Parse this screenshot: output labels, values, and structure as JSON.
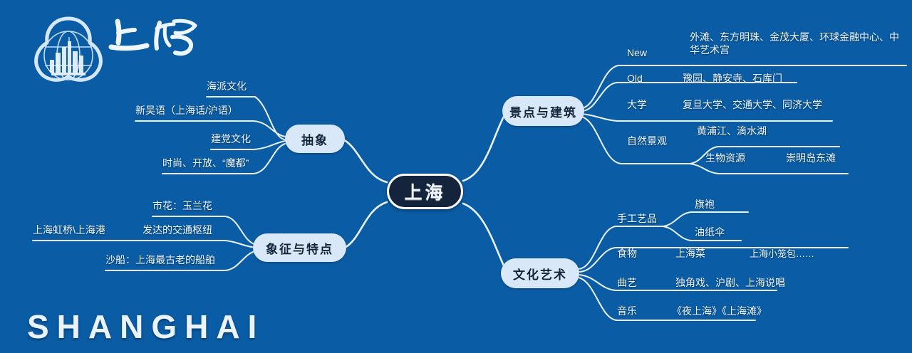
{
  "meta": {
    "background_color": "#0a5ca5",
    "node_fill": "#d9e8f8",
    "center_fill": "#14243c",
    "line_color": "#eaf3fd",
    "text_light": "#f2f8ff"
  },
  "brand": {
    "logo_name": "shanghai-city-emblem",
    "wordmark_cn": "上海",
    "wordmark_en": "SHANGHAI"
  },
  "mindmap": {
    "root": "上海",
    "branches": [
      {
        "id": "abstract",
        "label": "抽象",
        "side": "left",
        "children": [
          {
            "label": "海派文化"
          },
          {
            "label": "新吴语（上海话/沪语）"
          },
          {
            "label": "建党文化"
          },
          {
            "label": "时尚、开放、“魔都”"
          }
        ]
      },
      {
        "id": "symbols",
        "label": "象征与特点",
        "side": "left",
        "children": [
          {
            "label": "市花：玉兰花"
          },
          {
            "label": "发达的交通枢纽",
            "children": [
              {
                "label": "上海虹桥\\上海港"
              }
            ]
          },
          {
            "label": "沙船：上海最古老的船舶"
          }
        ]
      },
      {
        "id": "sights",
        "label": "景点与建筑",
        "side": "right",
        "children": [
          {
            "label": "New",
            "children": [
              {
                "label": "外滩、东方明珠、金茂大厦、环球金融中心、中华艺术宫"
              }
            ]
          },
          {
            "label": "Old",
            "children": [
              {
                "label": "豫园、静安寺、石库门"
              }
            ]
          },
          {
            "label": "大学",
            "children": [
              {
                "label": "复旦大学、交通大学、同济大学"
              }
            ]
          },
          {
            "label": "自然景观",
            "children": [
              {
                "label": "黄浦江、滴水湖"
              },
              {
                "label": "生物资源",
                "children": [
                  {
                    "label": "崇明岛东滩"
                  }
                ]
              }
            ]
          }
        ]
      },
      {
        "id": "culture",
        "label": "文化艺术",
        "side": "right",
        "children": [
          {
            "label": "手工艺品",
            "children": [
              {
                "label": "旗袍"
              },
              {
                "label": "油纸伞"
              }
            ]
          },
          {
            "label": "食物",
            "children": [
              {
                "label": "上海菜",
                "children": [
                  {
                    "label": "上海小笼包……"
                  }
                ]
              }
            ]
          },
          {
            "label": "曲艺",
            "children": [
              {
                "label": "独角戏、沪剧、上海说唱"
              }
            ]
          },
          {
            "label": "音乐",
            "children": [
              {
                "label": "《夜上海》《上海滩》"
              }
            ]
          }
        ]
      }
    ]
  }
}
